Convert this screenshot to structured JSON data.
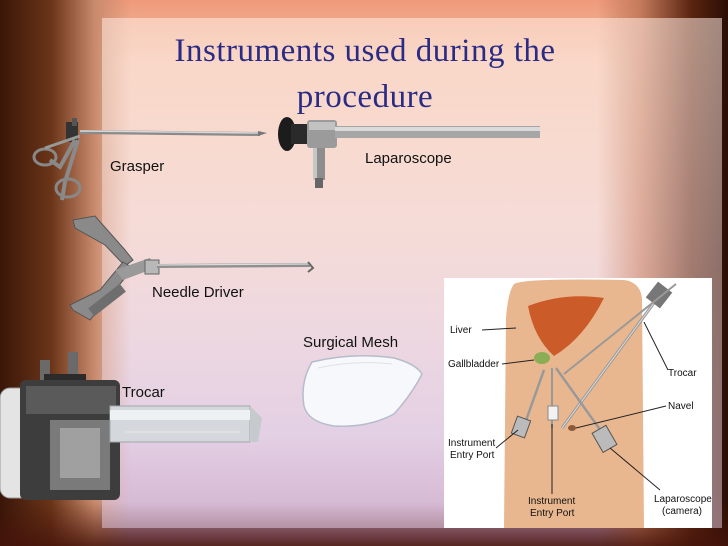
{
  "slide": {
    "title_line1": "Instruments used during the",
    "title_line2": "procedure"
  },
  "instruments": {
    "grasper": "Grasper",
    "laparoscope": "Laparoscope",
    "needle_driver": "Needle Driver",
    "surgical_mesh": "Surgical Mesh",
    "trocar": "Trocar"
  },
  "diagram": {
    "liver": "Liver",
    "gallbladder": "Gallbladder",
    "trocar": "Trocar",
    "navel": "Navel",
    "instrument_entry_port_left_1": "Instrument",
    "instrument_entry_port_left_2": "Entry Port",
    "instrument_entry_port_bottom_1": "Instrument",
    "instrument_entry_port_bottom_2": "Entry Port",
    "laparoscope_1": "Laparoscope",
    "laparoscope_2": "(camera)"
  }
}
